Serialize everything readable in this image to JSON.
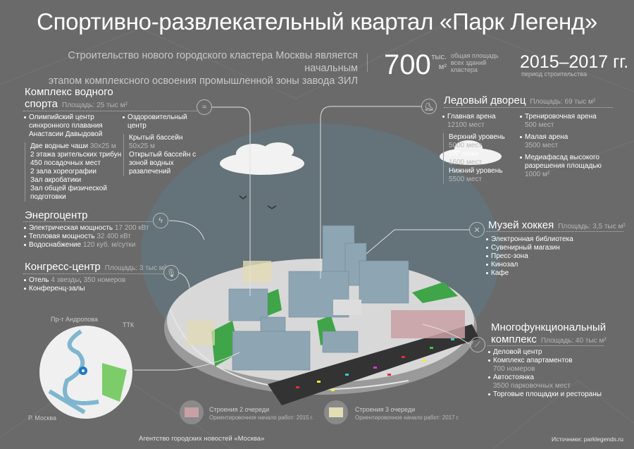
{
  "header": {
    "title": "Спортивно-развлекательный квартал «Парк Легенд»",
    "intro_line1": "Строительство нового городского кластера Москвы является начальным",
    "intro_line2": "этапом комплексного освоения промышленной зоны завода ЗИЛ",
    "area_value": "700",
    "area_unit_1": "тыс.",
    "area_unit_2": "м²",
    "area_desc": "общая площадь всех зданий кластера",
    "years": "2015–2017 гг.",
    "years_desc": "период строительства"
  },
  "water": {
    "icon": "swimmer-icon",
    "title_1": "Комплекс водного",
    "title_2": "спорта",
    "area": "Площадь: 25 тыс м²",
    "col1": {
      "head": "Олимпийский центр синхронного плавания Анастасии Давыдовой",
      "items": [
        {
          "name": "Две водные чаши",
          "value": "30x25 м"
        },
        {
          "name": "2 этажа зрительских трибун",
          "value": ""
        },
        {
          "name": "450 посадочных мест",
          "value": ""
        },
        {
          "name": "2 зала хореографии",
          "value": ""
        },
        {
          "name": "Зал акробатики",
          "value": ""
        },
        {
          "name": "Зал общей физической подготовки",
          "value": ""
        }
      ]
    },
    "col2": {
      "head": "Оздоровительный центр",
      "items": [
        {
          "name": "Крытый бассейн",
          "value": "50x25 м"
        },
        {
          "name": "Открытый бассейн с зоной водных развлечений",
          "value": ""
        }
      ]
    }
  },
  "energy": {
    "icon": "lightning-icon",
    "title": "Энергоцентр",
    "items": [
      {
        "name": "Электрическая мощность",
        "value": "17 200 кВт"
      },
      {
        "name": "Тепловая мощность",
        "value": "32 400 кВт"
      },
      {
        "name": "Водоснабжение",
        "value": "120 куб. м/сутки"
      }
    ]
  },
  "congress": {
    "icon": "microphone-icon",
    "title": "Конгресс-центр",
    "area": "Площадь: 3 тыс м²",
    "items": [
      {
        "name": "Отель",
        "value": "4 звезды",
        "name2": ",",
        "value2": "350 номеров"
      },
      {
        "name": "Конференц-залы",
        "value": ""
      }
    ]
  },
  "ice": {
    "icon": "skate-icon",
    "title": "Ледовый дворец",
    "area": "Площадь: 69 тыс м²",
    "col1": {
      "head": "Главная арена",
      "head_value": "12100 мест",
      "items": [
        {
          "name": "Верхний уровень",
          "value": "5000 мест"
        },
        {
          "name": "VIP ложи",
          "value": "1600 мест"
        },
        {
          "name": "Нижний уровень",
          "value": "5500 мест"
        }
      ]
    },
    "col2": [
      {
        "name": "Тренировочная арена",
        "value": "500 мест"
      },
      {
        "name": "Малая арена",
        "value": "3500 мест"
      },
      {
        "name": "Медиафасад высокого разрешения площадью",
        "value": "1000 м²"
      }
    ]
  },
  "museum": {
    "icon": "hockey-sticks-icon",
    "title": "Музей хоккея",
    "area": "Площадь: 3,5 тыс м²",
    "items": [
      "Электронная библиотека",
      "Сувенирный магазин",
      "Пресс-зона",
      "Кинозал",
      "Кафе"
    ]
  },
  "multi": {
    "icon": "escalator-icon",
    "title_1": "Многофункциональный",
    "title_2": "комплекс",
    "area": "Площадь: 40 тыс м²",
    "items": [
      {
        "name": "Деловой центр",
        "value": ""
      },
      {
        "name": "Комплекс апартаментов",
        "value": "700 номеров"
      },
      {
        "name": "Автостоянка",
        "value": "3500 парковочных мест"
      },
      {
        "name": "Торговые площадки и рестораны",
        "value": ""
      }
    ]
  },
  "map": {
    "label_avenue": "Пр-т Андропова",
    "label_ring": "ТТК",
    "label_river": "Р. Москва"
  },
  "legend": [
    {
      "title": "Строения 2 очереди",
      "desc": "Ориентировочное начало работ: 2015 г.",
      "color": "#c9a0a4"
    },
    {
      "title": "Строения 3 очереди",
      "desc": "Ориентировочное начало работ: 2017 г.",
      "color": "#e3dcb4"
    }
  ],
  "footer": {
    "agency": "Агентство городских новостей «Москва»",
    "sources": "Источники: parklegends.ru"
  },
  "colors": {
    "background": "#6a6a6a",
    "buildings": "#8ea6b4",
    "green": "#3fa548",
    "platform": "#d6d6d6"
  }
}
